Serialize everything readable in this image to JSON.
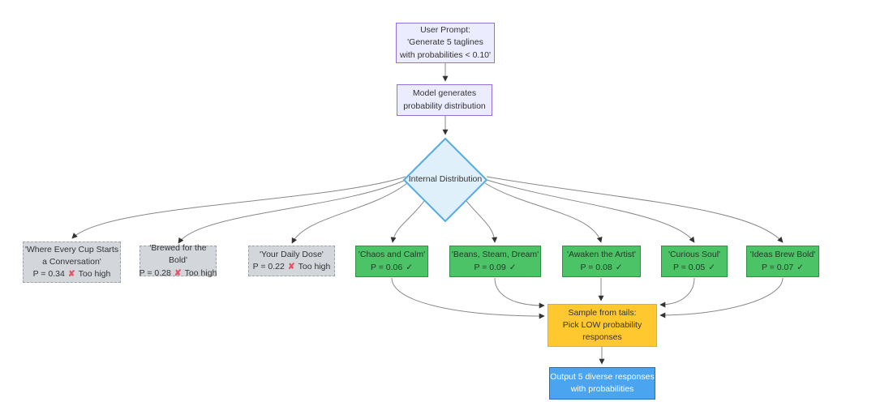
{
  "diagram": {
    "user_prompt": "User Prompt:\n'Generate 5 taglines\nwith probabilities < 0.10'",
    "model_step": "Model generates\nprobability distribution",
    "decision": "Internal Distribution",
    "rejected": [
      {
        "title": "'Where Every Cup Starts\na Conversation'",
        "p": "P = 0.34",
        "verdict": "Too high"
      },
      {
        "title": "'Brewed for the Bold'",
        "p": "P = 0.28",
        "verdict": "Too high"
      },
      {
        "title": "'Your Daily Dose'",
        "p": "P = 0.22",
        "verdict": "Too high"
      }
    ],
    "accepted": [
      {
        "title": "'Chaos and Calm'",
        "p": "P = 0.06"
      },
      {
        "title": "'Beans, Steam, Dream'",
        "p": "P = 0.09"
      },
      {
        "title": "'Awaken the Artist'",
        "p": "P = 0.08"
      },
      {
        "title": "'Curious Soul'",
        "p": "P = 0.05"
      },
      {
        "title": "'Ideas Brew Bold'",
        "p": "P = 0.07"
      }
    ],
    "sample_step": "Sample from tails:\nPick LOW probability\nresponses",
    "output_step": "Output 5 diverse responses\nwith probabilities"
  },
  "icons": {
    "reject": "✘",
    "accept": "✓"
  },
  "colors": {
    "process_fill": "#ececff",
    "process_border": "#9370db",
    "decision_fill": "#dff0fb",
    "decision_border": "#55abe4",
    "rejected_fill": "#d3d7dc",
    "rejected_border": "#9ba2aa",
    "accepted_fill": "#4cc366",
    "accepted_border": "#2c9144",
    "sample_fill": "#ffc82e",
    "sample_border": "#eda43c",
    "output_fill": "#4aa4ef",
    "output_border": "#1f6fc4",
    "reject_icon": "#ea4f68",
    "edge_line": "#888888",
    "arrowhead": "#333333"
  }
}
